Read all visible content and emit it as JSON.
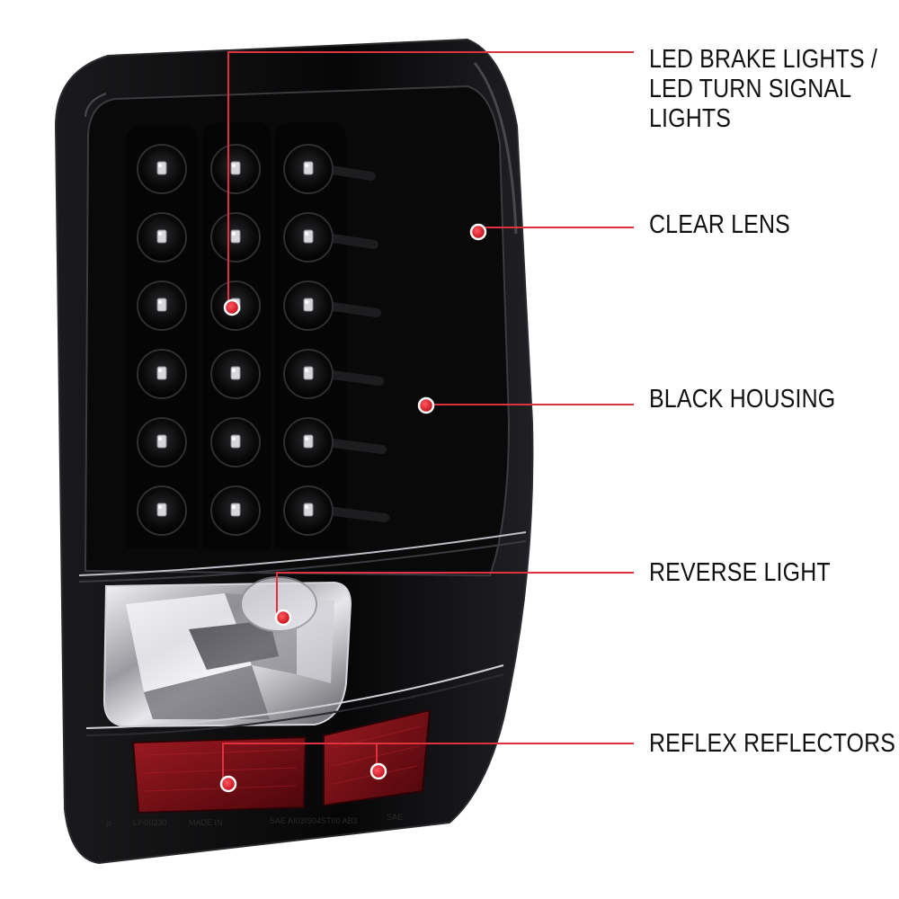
{
  "callouts": {
    "brake": {
      "lines": [
        "LED BRAKE LIGHTS /",
        "LED TURN SIGNAL",
        "LIGHTS"
      ]
    },
    "lens": {
      "label": "CLEAR LENS"
    },
    "housing": {
      "label": "BLACK HOUSING"
    },
    "reverse": {
      "label": "REVERSE LIGHT"
    },
    "reflex": {
      "label": "REFLEX REFLECTORS"
    }
  },
  "colors": {
    "leader_line": "#e0323e",
    "marker_dot": "#d8141f",
    "housing": "#0b0b0c",
    "reflector": "#7a0d14"
  },
  "led_grid": {
    "columns": 3,
    "rows": 6
  }
}
